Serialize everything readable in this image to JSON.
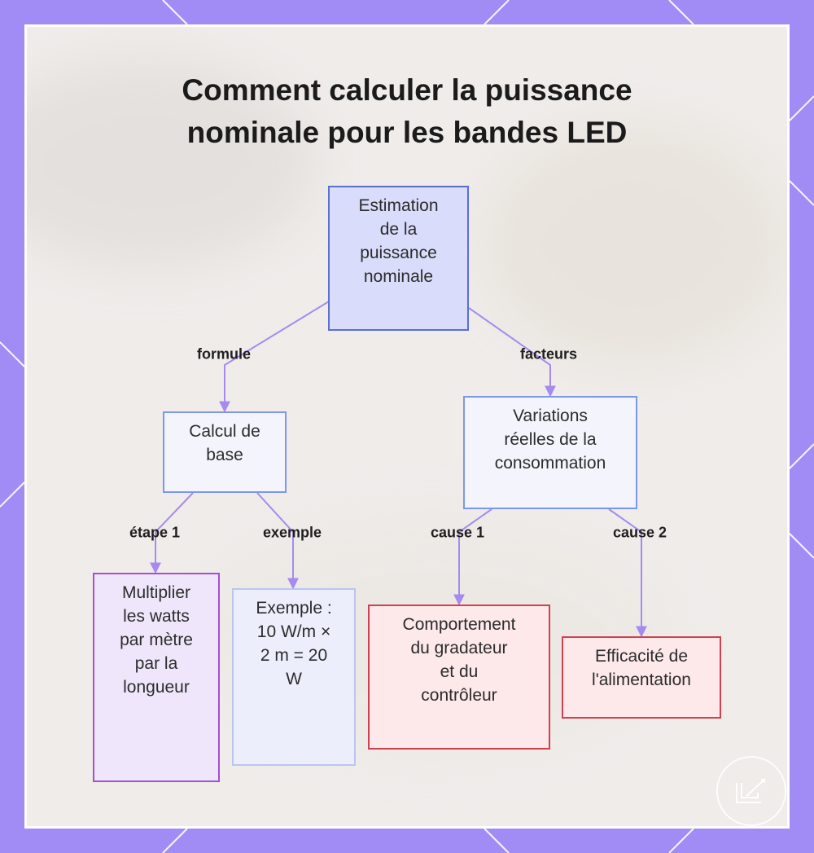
{
  "title": "Comment calculer la puissance\nnominale pour les bandes LED",
  "colors": {
    "frame": "#a18cf6",
    "edge": "#a78af0",
    "blue_border": "#5b6fd0",
    "blue_fill": "#d9dcfa",
    "light_blue_border": "#7e96e8",
    "light_blue_fill": "#f4f5fc",
    "purple_border": "#a44fd8",
    "purple_fill": "#efe6fb",
    "pale_border": "#b9c6f0",
    "pale_fill": "#eceefc",
    "red_border": "#d0404e",
    "red_fill": "#fde8ea"
  },
  "nodes": {
    "root": "Estimation\nde la\npuissance\nnominale",
    "calc": "Calcul de\nbase",
    "variations": "Variations\nréelles de la\nconsommation",
    "multiplier": "Multiplier\nles watts\npar mètre\npar la\nlongueur",
    "exemple": "Exemple :\n10 W/m ×\n2 m = 20\nW",
    "comportement": "Comportement\ndu gradateur\net du\ncontrôleur",
    "efficacite": "Efficacité de\nl'alimentation"
  },
  "edge_labels": {
    "formule": "formule",
    "facteurs": "facteurs",
    "etape1": "étape 1",
    "exemple": "exemple",
    "cause1": "cause 1",
    "cause2": "cause 2"
  },
  "icons": {
    "logo": "edit-logo-icon"
  }
}
